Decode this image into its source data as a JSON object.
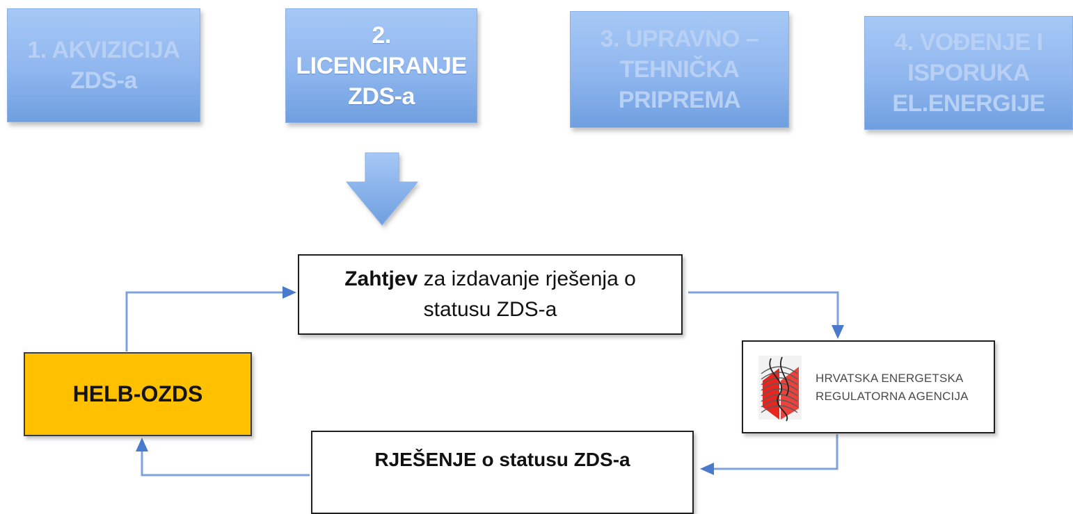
{
  "steps": [
    {
      "label": "1. AKVIZICIJA\nZDS-a",
      "active": false
    },
    {
      "label": "2.\nLICENCIRANJE\nZDS-a",
      "active": true
    },
    {
      "label": "3. UPRAVNO –\nTEHNIČKA\nPRIPREMA",
      "active": false
    },
    {
      "label": "4. VOĐENJE I\nISPORUKA\nEL.ENERGIJE",
      "active": false
    }
  ],
  "request": {
    "bold_word": "Zahtjev",
    "line1_rest": " za izdavanje rješenja o",
    "line2": "statusu ZDS-a"
  },
  "helb": {
    "label": "HELB-OZDS"
  },
  "hera": {
    "line1": "HRVATSKA ENERGETSKA",
    "line2": "REGULATORNA AGENCIJA"
  },
  "decision": {
    "label": "RJEŠENJE o statusu ZDS-a"
  },
  "colors": {
    "step_gradient_top": "#a6c8f6",
    "step_gradient_bottom": "#6f9fe0",
    "active_text": "#ffffff",
    "inactive_text": "#b7d0f4",
    "helb_fill": "#ffc000",
    "connector": "#6a94d6",
    "big_arrow": "#7ea9ea",
    "hera_red": "#e8251e"
  }
}
